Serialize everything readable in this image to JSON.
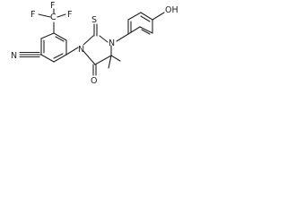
{
  "molecule": {
    "atoms": {
      "cyano_n": "N",
      "cf3_c": "C",
      "f_left": "F",
      "f_middle": "F",
      "f_right": "F",
      "ring_n_left": "N",
      "ring_n_right": "N",
      "thione_s": "S",
      "carbonyl_o": "O",
      "hydroxyl": "OH"
    }
  }
}
